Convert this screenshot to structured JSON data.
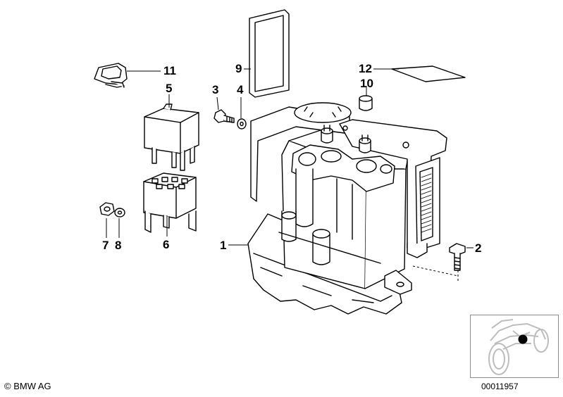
{
  "diagram": {
    "callouts": {
      "c1": "1",
      "c2": "2",
      "c3": "3",
      "c4": "4",
      "c5": "5",
      "c6": "6",
      "c7": "7",
      "c8": "8",
      "c9": "9",
      "c10": "10",
      "c11": "11",
      "c12": "12"
    }
  },
  "footer": {
    "copyright": "© BMW AG",
    "image_number": "00011957"
  },
  "colors": {
    "line": "#000000",
    "thumbnail_gray": "#bdbdbd",
    "thumbnail_frame": "#8a8a8a"
  }
}
